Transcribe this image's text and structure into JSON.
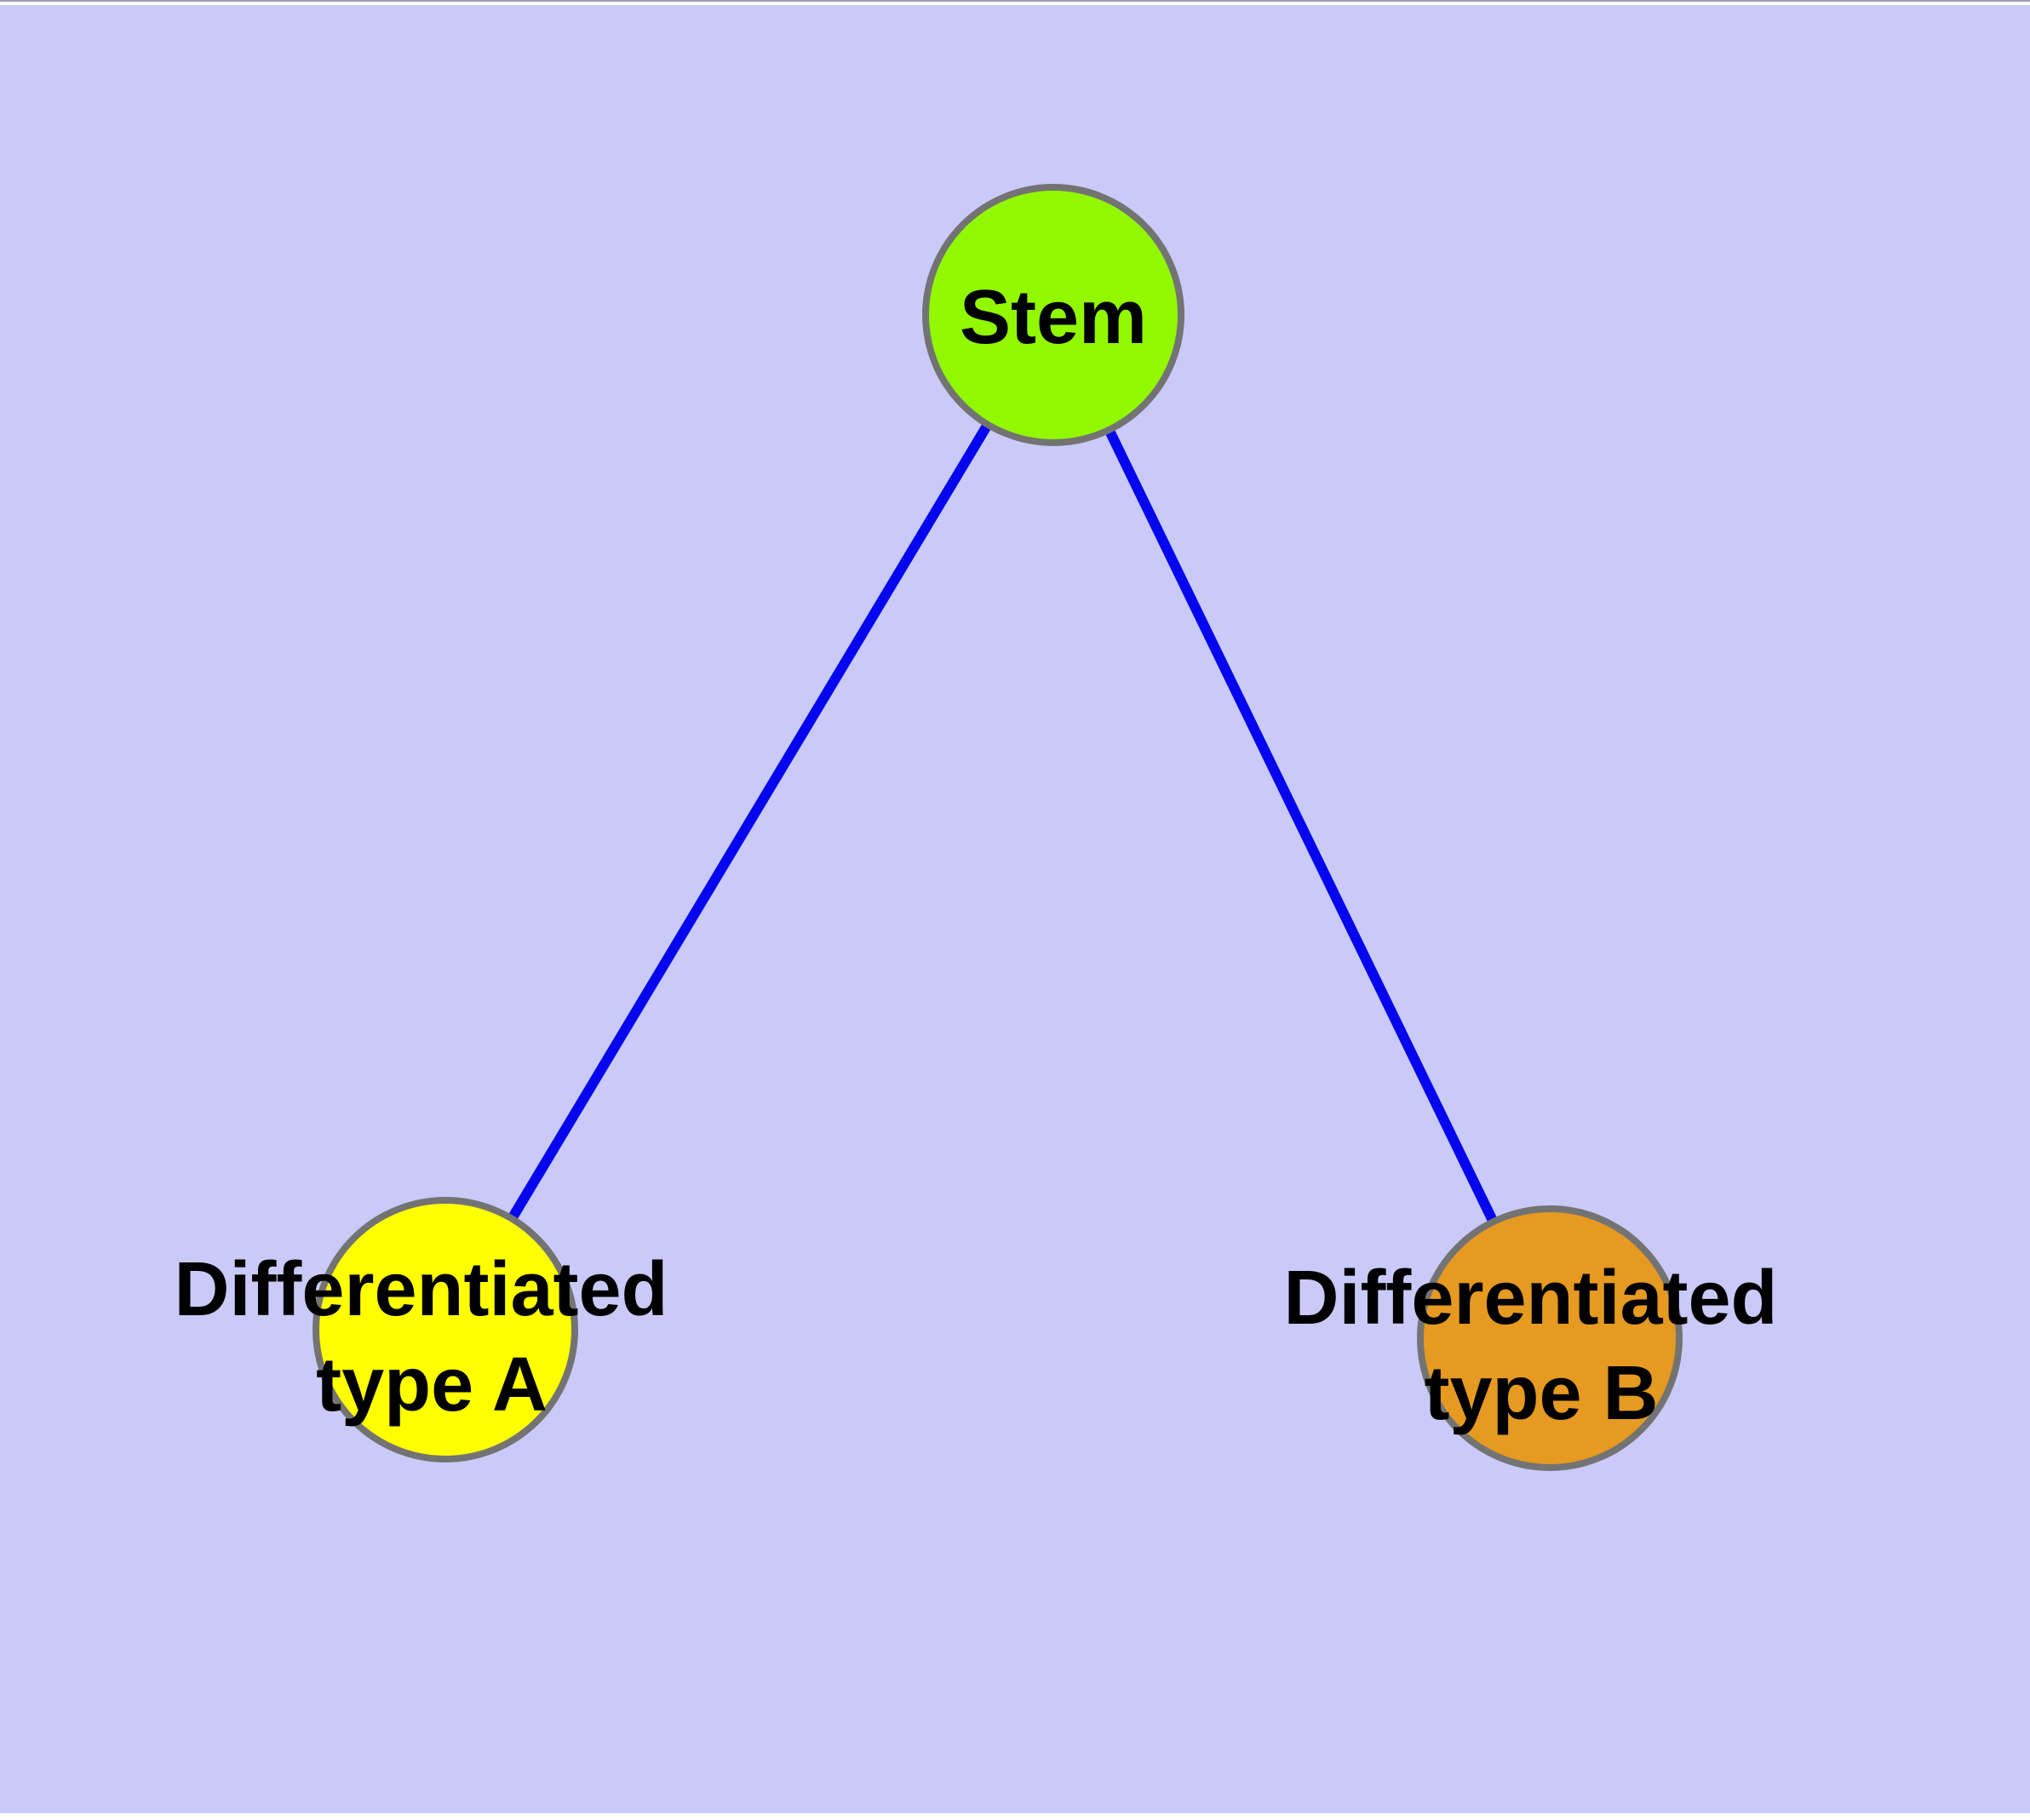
{
  "diagram": {
    "background_color": "#CACAF9",
    "top_rule_color": "#9C9CB4",
    "page_margin_color": "#FFFFFF",
    "edge_color": "#0606EE",
    "node_border_color": "#737373",
    "label_color": "#000000",
    "nodes": [
      {
        "id": "stem",
        "label": "Stem",
        "fill": "#92F802"
      },
      {
        "id": "differentiated-type-a",
        "label": "Differentiated type A",
        "label_line1": "Differentiated",
        "label_line2": "type A",
        "fill": "#FFFF00"
      },
      {
        "id": "differentiated-type-b",
        "label": "Differentiated type B",
        "label_line1": "Differentiated",
        "label_line2": "type B",
        "fill": "#E69A21"
      }
    ],
    "edges": [
      {
        "from": "Stem",
        "to": "Differentiated type A"
      },
      {
        "from": "Stem",
        "to": "Differentiated type B"
      }
    ]
  }
}
